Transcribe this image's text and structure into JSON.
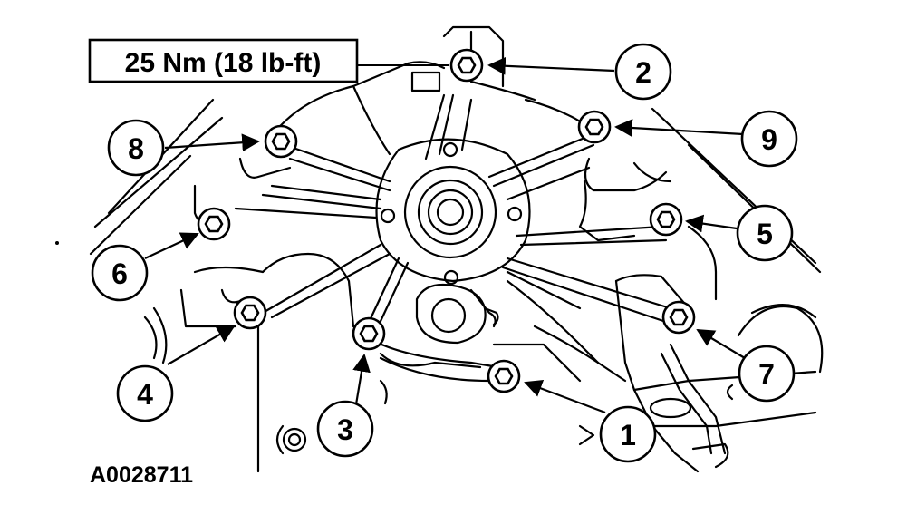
{
  "torque_spec": "25 Nm (18 lb-ft)",
  "figure_id": "A0028711",
  "callouts": [
    {
      "number": "1"
    },
    {
      "number": "2"
    },
    {
      "number": "3"
    },
    {
      "number": "4"
    },
    {
      "number": "5"
    },
    {
      "number": "6"
    },
    {
      "number": "7"
    },
    {
      "number": "8"
    },
    {
      "number": "9"
    }
  ],
  "colors": {
    "ink": "#000000",
    "paper": "#ffffff"
  }
}
